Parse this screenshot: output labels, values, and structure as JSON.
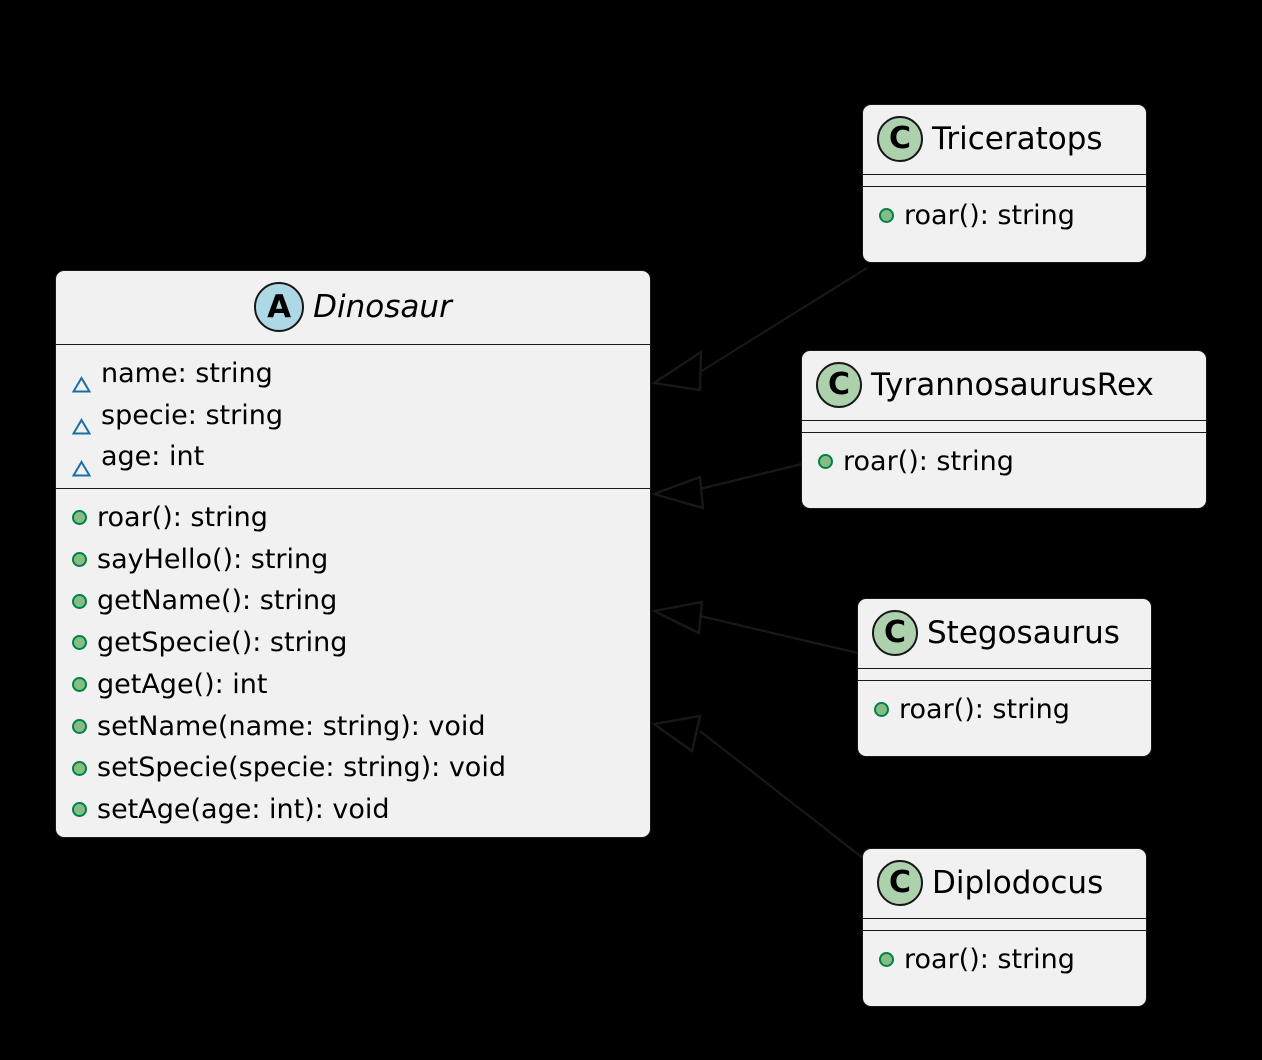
{
  "diagram": {
    "type": "uml-class-diagram",
    "background_color": "#000000",
    "box_fill": "#F1F1F1",
    "box_border": "#181818",
    "abstract_badge_color": "#ADD8E6",
    "class_badge_color": "#ADD1AD",
    "protected_marker_color": "#1A6FA8",
    "public_marker_color": "#84BE84",
    "relationship": "generalization"
  },
  "classes": {
    "base": {
      "name": "Dinosaur",
      "stereotype": "abstract",
      "badge_letter": "A",
      "attributes": [
        {
          "visibility": "protected",
          "label": "name: string"
        },
        {
          "visibility": "protected",
          "label": "specie: string"
        },
        {
          "visibility": "protected",
          "label": "age: int"
        }
      ],
      "methods": [
        {
          "visibility": "public",
          "label": "roar(): string"
        },
        {
          "visibility": "public",
          "label": "sayHello(): string"
        },
        {
          "visibility": "public",
          "label": "getName(): string"
        },
        {
          "visibility": "public",
          "label": "getSpecie(): string"
        },
        {
          "visibility": "public",
          "label": "getAge(): int"
        },
        {
          "visibility": "public",
          "label": "setName(name: string): void"
        },
        {
          "visibility": "public",
          "label": "setSpecie(specie: string): void"
        },
        {
          "visibility": "public",
          "label": "setAge(age: int): void"
        }
      ]
    },
    "subclasses": [
      {
        "name": "Triceratops",
        "badge_letter": "C",
        "attributes": [],
        "methods": [
          {
            "visibility": "public",
            "label": "roar(): string"
          }
        ]
      },
      {
        "name": "TyrannosaurusRex",
        "badge_letter": "C",
        "attributes": [],
        "methods": [
          {
            "visibility": "public",
            "label": "roar(): string"
          }
        ]
      },
      {
        "name": "Stegosaurus",
        "badge_letter": "C",
        "attributes": [],
        "methods": [
          {
            "visibility": "public",
            "label": "roar(): string"
          }
        ]
      },
      {
        "name": "Diplodocus",
        "badge_letter": "C",
        "attributes": [],
        "methods": [
          {
            "visibility": "public",
            "label": "roar(): string"
          }
        ]
      }
    ]
  }
}
